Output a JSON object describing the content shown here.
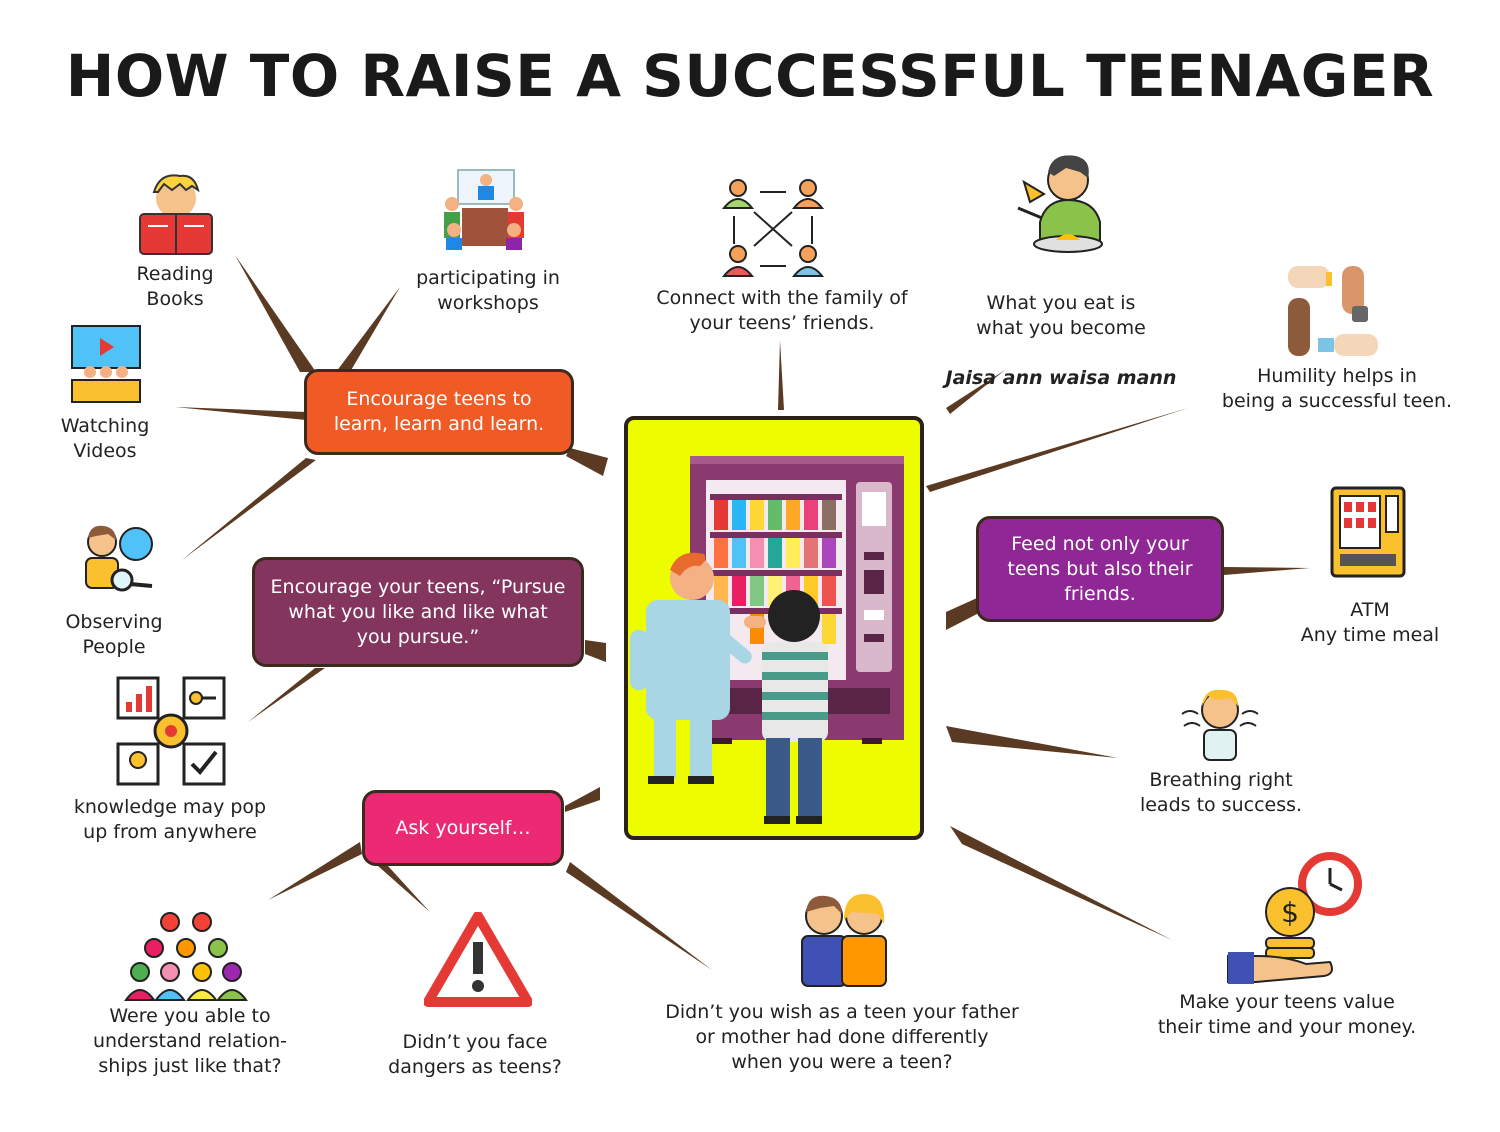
{
  "title": "HOW TO RAISE A SUCCESSFUL TEENAGER",
  "colors": {
    "connector": "#5a3a22",
    "center_bg": "#eefc00",
    "pill_learn": "#f05a24",
    "pill_pursue": "#84355e",
    "pill_ask": "#ec2a74",
    "pill_feed": "#8f2894"
  },
  "pills": {
    "learn": "Encourage teens to learn, learn and learn.",
    "pursue": "Encourage your teens, “Pursue what you like and like what you pursue.”",
    "ask": "Ask yourself…",
    "feed": "Feed not only your teens but also their friends."
  },
  "items": {
    "reading": "Reading\nBooks",
    "workshops": "participating in\nworkshops",
    "connect": "Connect with the family of\nyour teens’ friends.",
    "eat": "What you eat is\nwhat you become",
    "eat_em": "Jaisa ann waisa mann",
    "humility": "Humility helps in\nbeing a successful teen.",
    "videos": "Watching\nVideos",
    "observing": "Observing\nPeople",
    "knowledge": "knowledge may pop\nup from anywhere",
    "atm": "ATM\nAny time meal",
    "breathing": "Breathing right\nleads to success.",
    "relationships": "Were you able to\nunderstand relation-\nships just like that?",
    "dangers": "Didn’t you face\ndangers as teens?",
    "wish": "Didn’t you wish as a teen your father\nor mother had done differently\nwhen you were a teen?",
    "time_money": "Make your teens value\ntheir time and your money."
  },
  "icons": {
    "reading": "reading-boy-icon",
    "workshops": "workshop-meeting-icon",
    "connect": "network-people-icon",
    "eat": "man-eating-icon",
    "humility": "joined-hands-icon",
    "videos": "video-audience-icon",
    "observing": "observer-magnifier-icon",
    "knowledge": "knowledge-gear-icon",
    "atm": "vending-machine-icon",
    "breathing": "breathing-man-icon",
    "relationships": "crowd-icon",
    "dangers": "warning-triangle-icon",
    "wish": "parents-icon",
    "time_money": "time-money-icon",
    "center": "vending-machine-scene-icon"
  }
}
